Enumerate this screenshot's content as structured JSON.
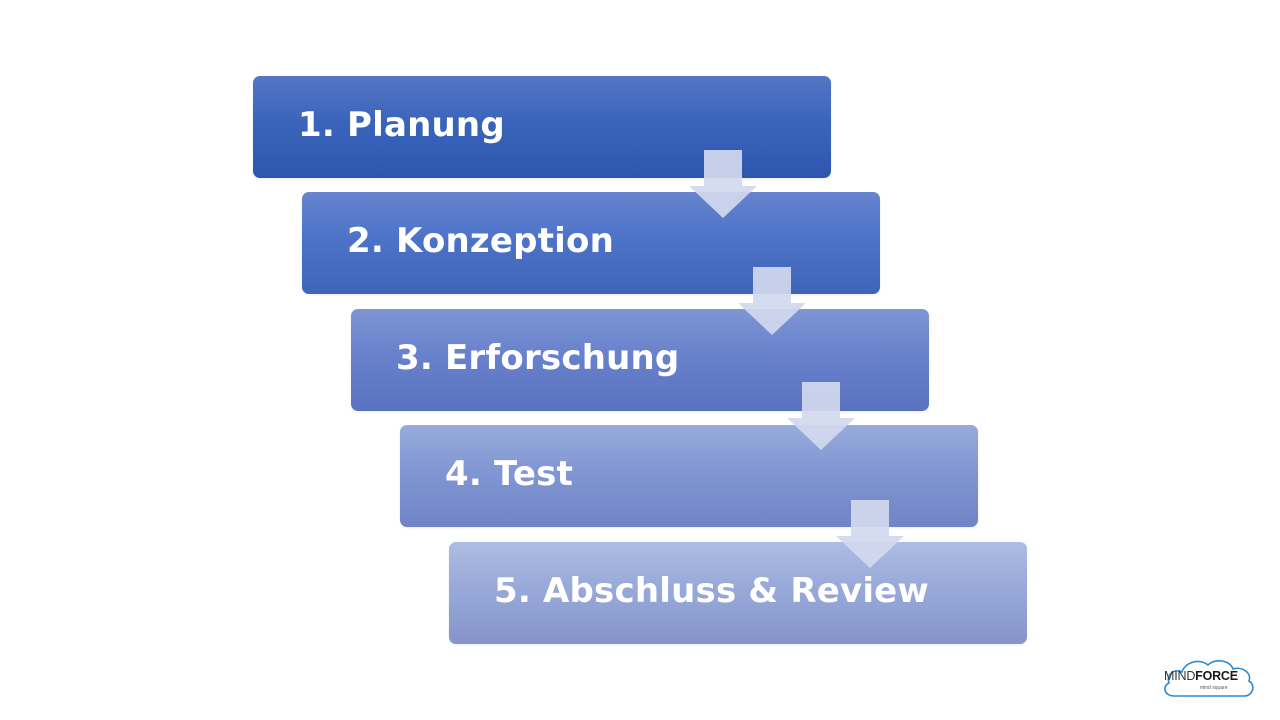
{
  "steps": [
    {
      "label": "1. Planung"
    },
    {
      "label": "2. Konzeption"
    },
    {
      "label": "3. Erforschung"
    },
    {
      "label": "4. Test"
    },
    {
      "label": "5. Abschluss & Review"
    }
  ],
  "logo": {
    "brand_light": "MIND",
    "brand_bold": "FORCE",
    "tagline": "mind square"
  },
  "colors": {
    "step1": "#3a64bc",
    "step2": "#4d73c8",
    "step3": "#6881cb",
    "step4": "#8196d3",
    "step5": "#98a9d9",
    "arrow": "#d3d9ee",
    "logo_cloud": "#2b8ad6"
  }
}
